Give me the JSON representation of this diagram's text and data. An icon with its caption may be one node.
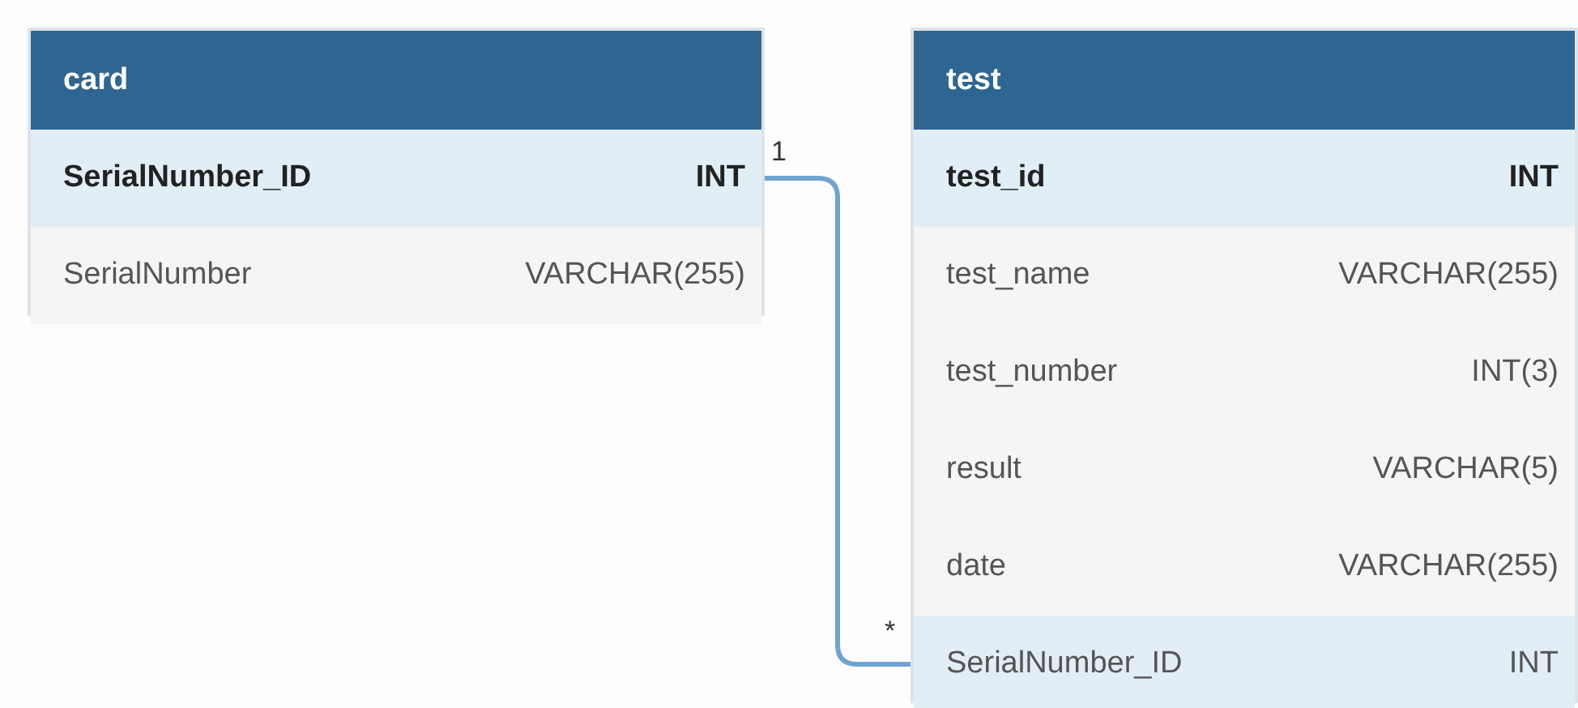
{
  "diagram": {
    "nodes": [
      {
        "text": [
          "card"
        ]
      },
      {
        "text": [
          "SerialNumber_ID",
          "INT"
        ],
        "in": 0
      },
      {
        "text": [
          "SerialNumber",
          "VARCHAR(255)"
        ],
        "in": 0
      },
      {
        "text": [
          "test"
        ]
      },
      {
        "text": [
          "test_id",
          "INT"
        ],
        "in": 3
      },
      {
        "text": [
          "test_name",
          "VARCHAR(255)"
        ],
        "in": 3
      },
      {
        "text": [
          "test_number",
          "INT(3)"
        ],
        "in": 3
      },
      {
        "text": [
          "result",
          "VARCHAR(5)"
        ],
        "in": 3
      },
      {
        "text": [
          "date",
          "VARCHAR(255)"
        ],
        "in": 3
      },
      {
        "text": [
          "SerialNumber_ID",
          "INT"
        ],
        "in": 3
      }
    ],
    "edges": [
      {
        "from": 1,
        "to": 9,
        "arrow": "none"
      }
    ],
    "labels": [
      "1",
      "*"
    ]
  }
}
